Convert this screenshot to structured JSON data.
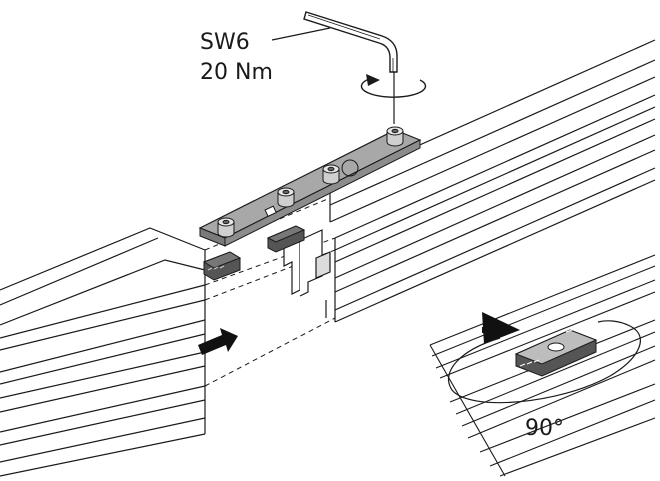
{
  "labels": {
    "tool_size": "SW6",
    "torque": "20 Nm",
    "rotation_angle": "90°"
  },
  "colors": {
    "line": "#1a1a1a",
    "plate": "#a8a8a8",
    "plate_dark": "#7a7a7a",
    "nut": "#555555",
    "arrow": "#111111",
    "background": "#ffffff"
  },
  "icons": {
    "tool": "hex-key-icon",
    "rotation": "rotation-arrow-icon",
    "direction": "push-arrow-icon"
  }
}
